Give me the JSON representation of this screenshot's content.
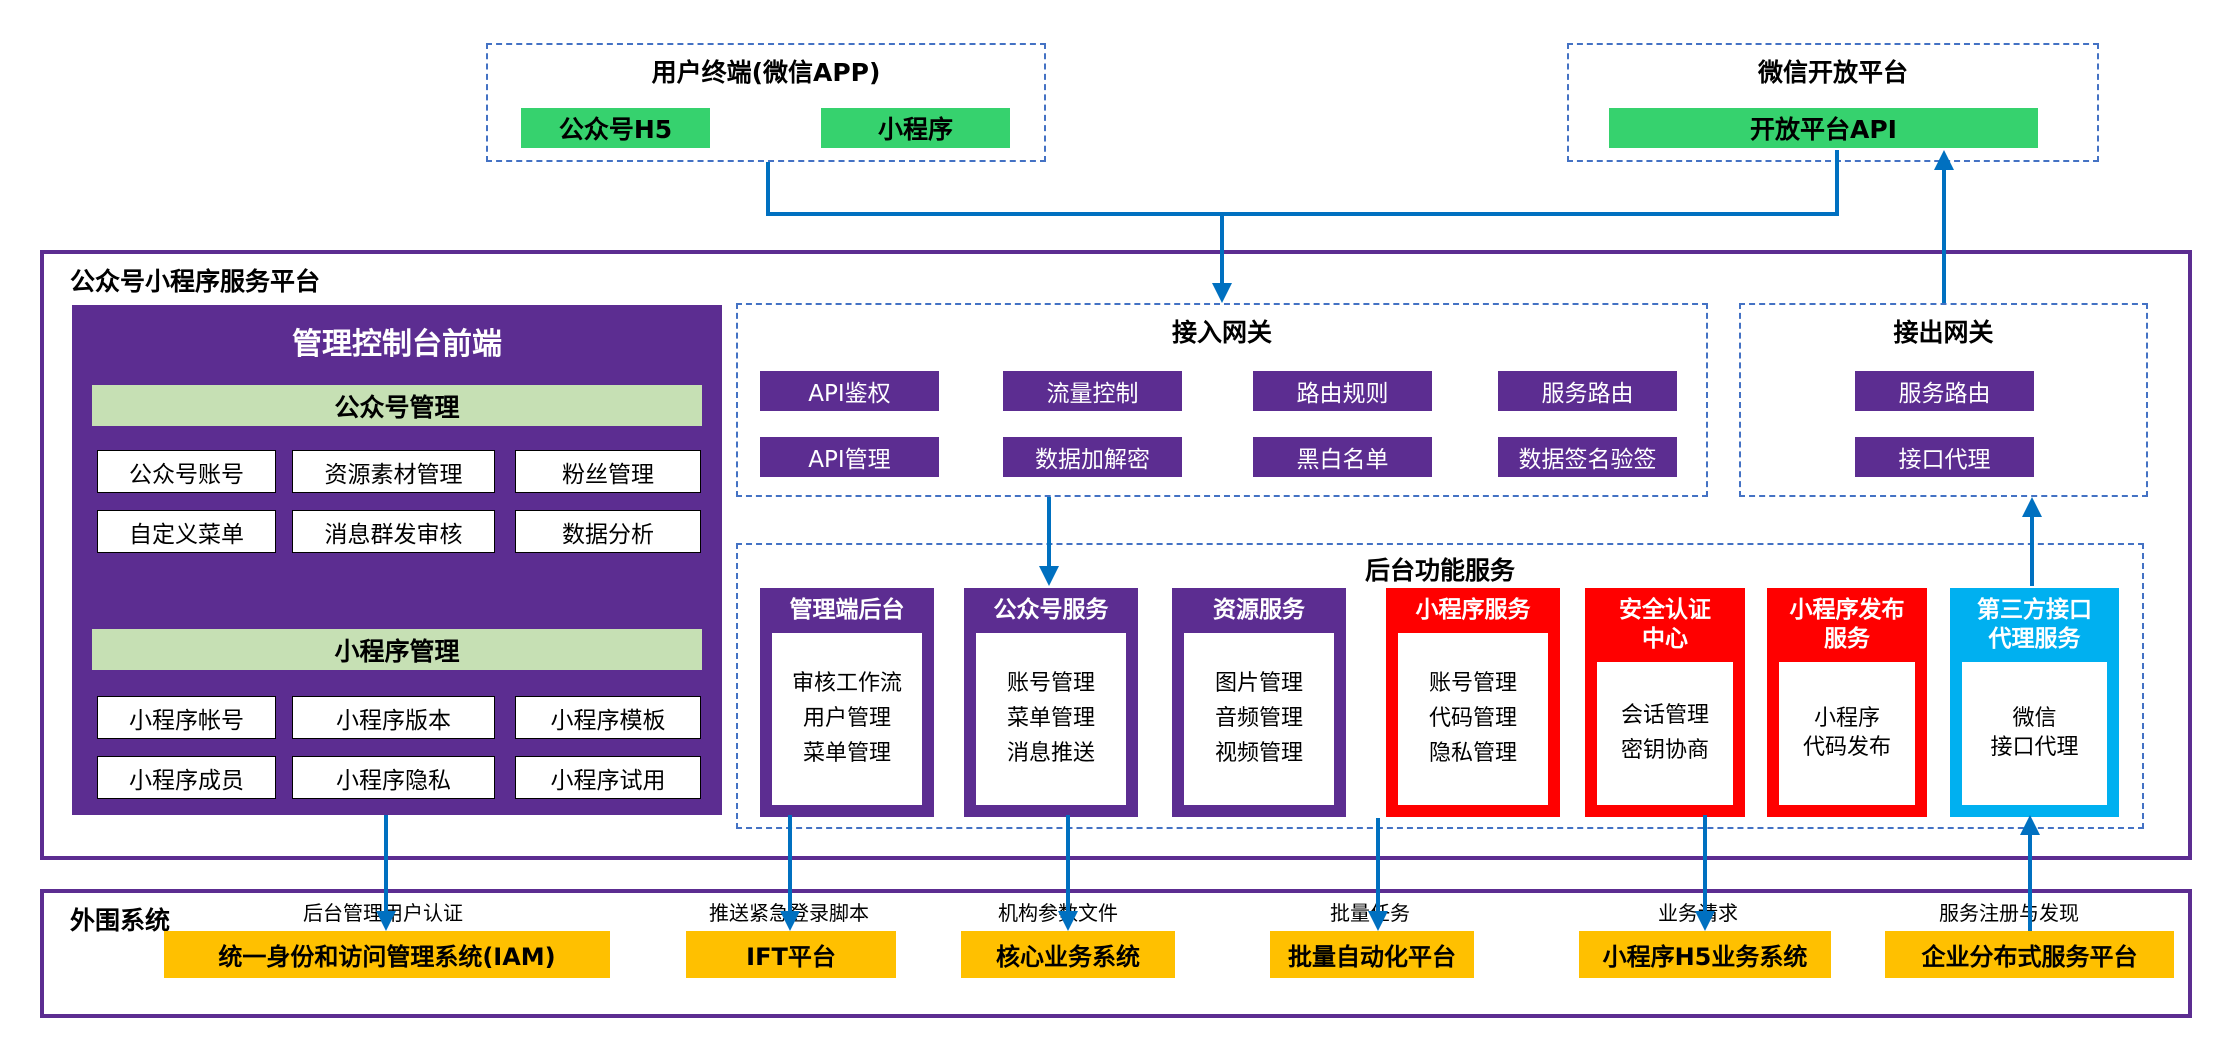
{
  "user_terminal": {
    "title": "用户终端(微信APP)",
    "items": [
      "公众号H5",
      "小程序"
    ]
  },
  "open_platform": {
    "title": "微信开放平台",
    "api": "开放平台API"
  },
  "platform_title": "公众号小程序服务平台",
  "console": {
    "title": "管理控制台前端",
    "section1": {
      "header": "公众号管理",
      "cells": [
        "公众号账号",
        "资源素材管理",
        "粉丝管理",
        "自定义菜单",
        "消息群发审核",
        "数据分析"
      ]
    },
    "section2": {
      "header": "小程序管理",
      "cells": [
        "小程序帐号",
        "小程序版本",
        "小程序模板",
        "小程序成员",
        "小程序隐私",
        "小程序试用"
      ]
    }
  },
  "access_gateway": {
    "title": "接入网关",
    "items": [
      "API鉴权",
      "流量控制",
      "路由规则",
      "服务路由",
      "API管理",
      "数据加解密",
      "黑白名单",
      "数据签名验签"
    ]
  },
  "outbound_gateway": {
    "title": "接出网关",
    "items": [
      "服务路由",
      "接口代理"
    ]
  },
  "backend": {
    "title": "后台功能服务",
    "columns": [
      {
        "title": "管理端后台",
        "color": "purple",
        "items": [
          "审核工作流",
          "用户管理",
          "菜单管理"
        ]
      },
      {
        "title": "公众号服务",
        "color": "purple",
        "items": [
          "账号管理",
          "菜单管理",
          "消息推送"
        ]
      },
      {
        "title": "资源服务",
        "color": "purple",
        "items": [
          "图片管理",
          "音频管理",
          "视频管理"
        ]
      },
      {
        "title": "小程序服务",
        "color": "red",
        "items": [
          "账号管理",
          "代码管理",
          "隐私管理"
        ]
      },
      {
        "title": "安全认证\n中心",
        "color": "red",
        "items": [
          "会话管理",
          "密钥协商"
        ]
      },
      {
        "title": "小程序发布\n服务",
        "color": "red",
        "items": [
          "小程序\n代码发布"
        ]
      },
      {
        "title": "第三方接口\n代理服务",
        "color": "cyan",
        "items": [
          "微信\n接口代理"
        ]
      }
    ]
  },
  "peripheral": {
    "title": "外围系统",
    "links": [
      {
        "label": "后台管理用户认证",
        "system": "统一身份和访问管理系统(IAM)"
      },
      {
        "label": "推送紧急登录脚本",
        "system": "IFT平台"
      },
      {
        "label": "机构参数文件",
        "system": "核心业务系统"
      },
      {
        "label": "批量任务",
        "system": "批量自动化平台"
      },
      {
        "label": "业务请求",
        "system": "小程序H5业务系统"
      },
      {
        "label": "服务注册与发现",
        "system": "企业分布式服务平台"
      }
    ]
  },
  "colors": {
    "purple": "#5C2D91",
    "red": "#FF0000",
    "cyan": "#00B0F0",
    "green": "#36D26E",
    "light_green": "#C6E0B4",
    "orange": "#FFC000",
    "arrow_blue": "#0070C0",
    "dashed_border": "#4472C4"
  }
}
